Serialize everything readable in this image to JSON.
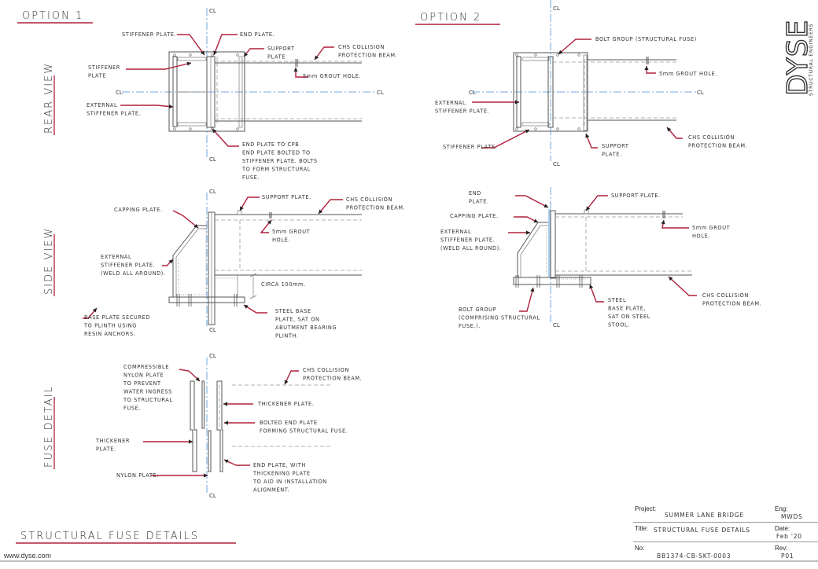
{
  "headings": {
    "option1": "OPTION 1",
    "option2": "OPTION 2",
    "sheet_title": "STRUCTURAL FUSE DETAILS",
    "rear_view": "REAR VIEW",
    "side_view": "SIDE VIEW",
    "fuse_detail": "FUSE DETAIL"
  },
  "centreline_label": "CL",
  "annotations": [
    {
      "lines": [
        "STIFFENER PLATE."
      ]
    },
    {
      "lines": [
        "END PLATE."
      ]
    },
    {
      "lines": [
        "SUPPORT",
        "PLATE"
      ]
    },
    {
      "lines": [
        "CHS COLLISION",
        "PROTECTION BEAM."
      ]
    },
    {
      "lines": [
        "5mm GROUT HOLE."
      ]
    },
    {
      "lines": [
        "STIFFENER",
        "PLATE"
      ]
    },
    {
      "lines": [
        "EXTERNAL",
        "STIFFENER PLATE."
      ]
    },
    {
      "lines": [
        "END PLATE TO CPB.",
        "END PLATE BOLTED TO",
        "STIFFENER PLATE. BOLTS",
        "TO FORM STRUCTURAL",
        "FUSE."
      ]
    },
    {
      "lines": [
        "BOLT GROUP (STRUCTURAL FUSE)"
      ]
    },
    {
      "lines": [
        "5mm GROUT HOLE."
      ]
    },
    {
      "lines": [
        "EXTERNAL",
        "STIFFENER PLATE."
      ]
    },
    {
      "lines": [
        "STIFFENER PLATE."
      ]
    },
    {
      "lines": [
        "SUPPORT",
        "PLATE."
      ]
    },
    {
      "lines": [
        "CHS COLLISION",
        "PROTECTION BEAM."
      ]
    },
    {
      "lines": [
        "SUPPORT PLATE."
      ]
    },
    {
      "lines": [
        "CHS COLLISION",
        "PROTECTION BEAM."
      ]
    },
    {
      "lines": [
        "CAPPING PLATE."
      ]
    },
    {
      "lines": [
        "5mm GROUT",
        "HOLE."
      ]
    },
    {
      "lines": [
        "EXTERNAL",
        "STIFFENER PLATE.",
        "(WELD ALL AROUND)."
      ]
    },
    {
      "lines": [
        "CIRCA 100mm."
      ]
    },
    {
      "lines": [
        "BASE PLATE SECURED",
        "TO PLINTH USING",
        "RESIN ANCHORS."
      ]
    },
    {
      "lines": [
        "STEEL BASE",
        "PLATE, SAT ON",
        "ABUTMENT BEARING",
        "PLINTH."
      ]
    },
    {
      "lines": [
        "END",
        "PLATE."
      ]
    },
    {
      "lines": [
        "SUPPORT PLATE."
      ]
    },
    {
      "lines": [
        "CAPPING PLATE."
      ]
    },
    {
      "lines": [
        "EXTERNAL",
        "STIFFENER PLATE.",
        "(WELD ALL ROUND)."
      ]
    },
    {
      "lines": [
        "5mm GROUT",
        "HOLE."
      ]
    },
    {
      "lines": [
        "BOLT GROUP",
        "(COMPRISING STRUCTURAL",
        "FUSE.)."
      ]
    },
    {
      "lines": [
        "STEEL",
        "BASE PLATE,",
        "SAT ON STEEL",
        "STOOL."
      ]
    },
    {
      "lines": [
        "CHS COLLISION",
        "PROTECTION BEAM."
      ]
    },
    {
      "lines": [
        "COMPRESSIBLE",
        "NYLON PLATE",
        "TO PREVENT",
        "WATER INGRESS",
        "TO STRUCTURAL",
        "FUSE."
      ]
    },
    {
      "lines": [
        "CHS COLLISION",
        "PROTECTION BEAM."
      ]
    },
    {
      "lines": [
        "THICKENER PLATE."
      ]
    },
    {
      "lines": [
        "BOLTED END PLATE",
        "FORMING STRUCTURAL FUSE."
      ]
    },
    {
      "lines": [
        "THICKENER",
        "PLATE."
      ]
    },
    {
      "lines": [
        "NYLON PLATE."
      ]
    },
    {
      "lines": [
        "END PLATE, WITH",
        "THICKENING PLATE",
        "TO AID IN INSTALLATION",
        "ALIGNMENT."
      ]
    }
  ],
  "title_block": {
    "project_label": "Project:",
    "project": "SUMMER LANE BRIDGE",
    "eng_label": "Eng:",
    "eng": "MWDS",
    "title_label": "Title:",
    "title": "STRUCTURAL FUSE DETAILS",
    "date_label": "Date:",
    "date": "Feb '20",
    "no_label": "No:",
    "no": "BB1374-CB-SKT-0003",
    "rev_label": "Rev:",
    "rev": "P01"
  },
  "logo": {
    "name": "DYSE",
    "tagline": "STRUCTURAL ENGINEERS"
  },
  "footer": {
    "website": "www.dyse.com"
  },
  "colors": {
    "leader": "#b0203a",
    "centreline": "#4a90d9",
    "linework": "#555555"
  }
}
